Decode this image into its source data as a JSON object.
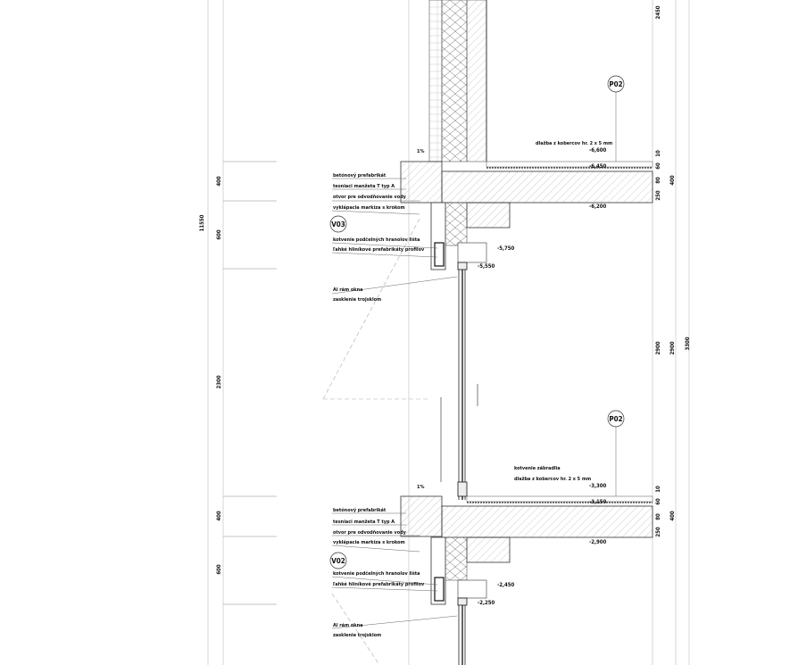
{
  "tags": {
    "upper_p": "P02",
    "lower_p": "P02",
    "upper_v": "V03",
    "lower_v": "V02"
  },
  "upper_labels": [
    "betónový prefabrikát",
    "tesniaci manžeta T typ A",
    "otvor pre odvodňovanie vody",
    "vyklápacia markíza s krokom",
    "kotvenie podčelných hranolov lišta",
    "ľahké hliníkové prefabrikáty profilov",
    "Al rám okna",
    "zasklenie trojsklom"
  ],
  "lower_labels": [
    "betónový prefabrikát",
    "tesniaci manžeta T typ A",
    "otvor pre odvodňovanie vody",
    "vyklápacia markíza s krokom",
    "kotvenie podčelných hranolov lišta",
    "ľahké hliníkové prefabrikáty profilov",
    "Al rám okna",
    "zasklenie trojsklom"
  ],
  "upper_floor_note": "dlažba z kobercov hr. 2 x 5 mm",
  "lower_floor_notes": [
    "kotvenie zábradlia",
    "dlažba z kobercov hr. 2 x 5 mm"
  ],
  "upper_levels": [
    "-6,600",
    "-6,450",
    "-6,200",
    "-5,750",
    "-5,550"
  ],
  "lower_levels": [
    "-3,300",
    "-3,150",
    "-2,900",
    "-2,450",
    "-2,250"
  ],
  "slope_marks": [
    "1%",
    "1%"
  ],
  "left_dims": [
    "11550",
    "400",
    "600",
    "2300",
    "400",
    "600"
  ],
  "right_dims": {
    "top": "2450",
    "upper_stack": [
      "10",
      "60",
      "80",
      "400",
      "250"
    ],
    "middle": [
      "2900",
      "2900",
      "3300"
    ],
    "lower_stack": [
      "10",
      "60",
      "80",
      "400",
      "250"
    ]
  }
}
